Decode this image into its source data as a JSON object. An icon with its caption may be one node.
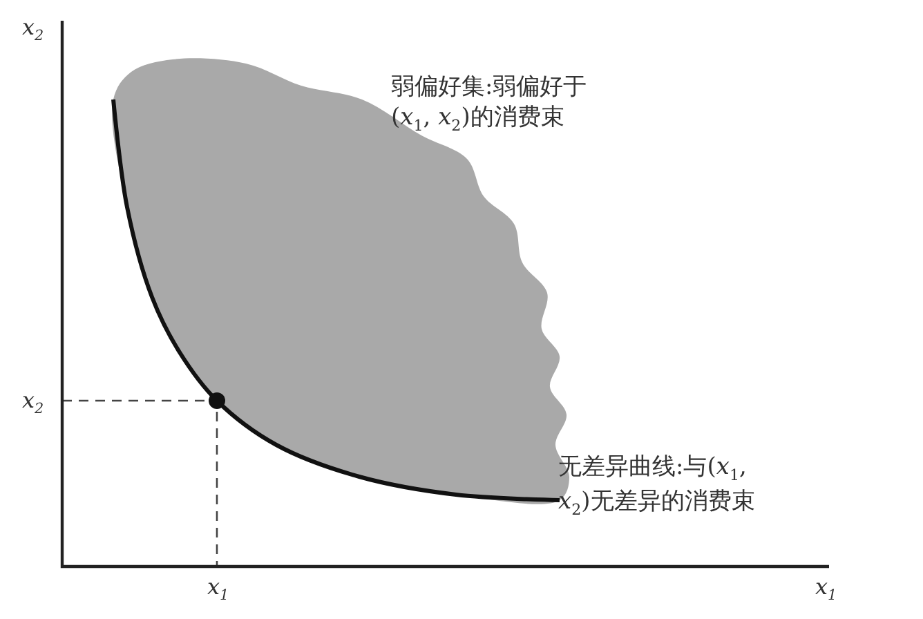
{
  "diagram": {
    "labels": [
      "x$_{2}$",
      "弱偏好集:弱偏好于(*x*$_{1}$, *x*$_{2}$)的消费束",
      "x$_{2}$",
      "无差异曲线:与(*x*$_{1}$, *x*$_{2}$)无差异的消费束",
      "x$_{1}$",
      "x$_{1}$"
    ]
  }
}
